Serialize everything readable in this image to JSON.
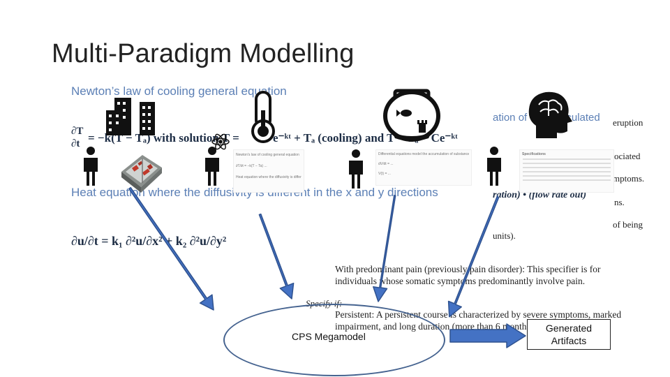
{
  "title": "Multi-Paradigm Modelling",
  "background_text": {
    "newton_heading": "Newton’s law of cooling general equation",
    "newton_eq_prefix": "∂T",
    "newton_eq_line": "= −k(T − Tₐ) with solution T = ",
    "newton_eq_mid": "e⁻ᵏᵗ + Tₐ (cooling) and T = Tₐ − Ce⁻ᵏᵗ",
    "heat_heading": "Heat equation where the diffusivity is different in the x and y directions",
    "heat_eq": "∂u/∂t = k₁ ∂²u/∂x² + k₂ ∂²u/∂y²",
    "calc_fragment": "ation of ",
    "calc_fragment2": "culated",
    "flow_fragment": "ration) • (flow rate out)",
    "units_fragment": "units).",
    "right_words": [
      "eruption",
      "ociated",
      "mptoms.",
      "ns.",
      "of being"
    ],
    "predominant_line1": "With predominant pain (previously pain disorder): This specifier is for",
    "predominant_line2": "individuals whose somatic symptoms predominantly involve pain.",
    "specify_if": "Specify if:",
    "persistent_line1": "Persistent: A persistent course is characterized by severe symptoms, marked",
    "persistent_line2": "impairment, and long duration (more than 6 months)."
  },
  "doc_snippets": {
    "left_doc_line1": "Newton's law of cooling general equation",
    "left_doc_line2": "Heat equation where the diffusivity is different in the x and y directions",
    "mid_doc_line1": "Differential equations model the accumulation of substances",
    "right_doc_title": "Specifications"
  },
  "nodes": {
    "megamodel_label": "CPS Megamodel",
    "artifacts_label": "Generated\nArtifacts"
  },
  "icons": {
    "buildings": "city-buildings-icon",
    "atom": "atom-icon",
    "thermometer": "thermometer-icon",
    "fishbowl": "fishbowl-icon",
    "brain": "brain-head-icon",
    "person": "person-icon",
    "room": "room-3d-model-icon"
  },
  "colors": {
    "arrow_fill": "#4472c4",
    "arrow_stroke": "#2f528f",
    "ellipse_stroke": "#44628f",
    "eq_blue": "#5b7fb5",
    "eq_dark": "#1c2c44"
  }
}
